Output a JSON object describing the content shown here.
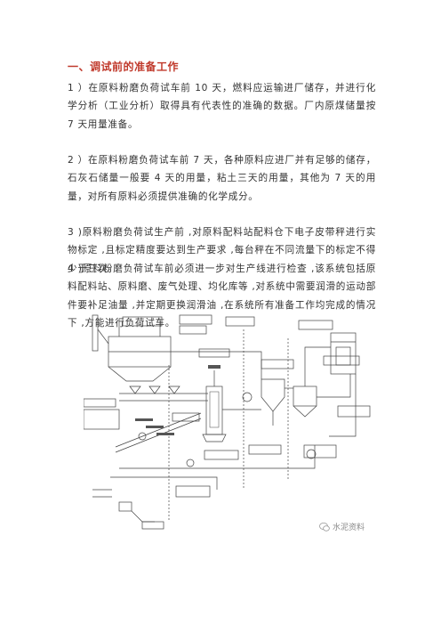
{
  "document": {
    "heading": "一、调试前的准备工作",
    "paragraphs": [
      "1 ）在原料粉磨负荷试车前 10 天，燃料应运输进厂储存，并进行化学分析（工业分析）取得具有代表性的准确的数据。厂内原煤储量按 7 天用量准备。",
      "2 ）在原料粉磨负荷试车前 7 天，各种原料应进厂并有足够的储存，石灰石储量一般要 4 天的用量，粘土三天的用量，其他为 7 天的用量，对所有原料必须提供准确的化学成分。",
      "3 )原料粉磨负荷试生产前 ,对原料配料站配料仓下电子皮带秤进行实物标定 ,且标定精度要达到生产要求 ,每台秤在不同流量下的标定不得少于三次。",
      "4 )原料粉磨负荷试车前必须进一步对生产线进行检查 ,该系统包括原料配料站、原料磨、废气处理、均化库等 ,对系统中需要润滑的运动部件要补足油量 ,并定期更换润滑油 ,在系统所有准备工作均完成的情况下 ,方能进行负荷试车。"
    ]
  },
  "watermark": {
    "text": "水泥资料"
  },
  "colors": {
    "heading": "#c0392b",
    "body_text": "#333333",
    "diagram_line": "#444444"
  }
}
